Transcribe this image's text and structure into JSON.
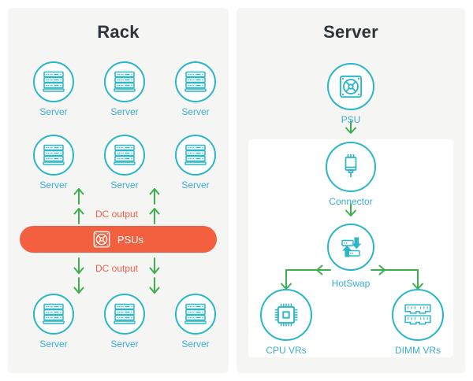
{
  "rack": {
    "title": "Rack",
    "servers": [
      "Server",
      "Server",
      "Server",
      "Server",
      "Server",
      "Server",
      "Server",
      "Server",
      "Server"
    ],
    "dc_output_top": "DC output",
    "dc_output_bottom": "DC output",
    "psu_bar_label": "PSUs"
  },
  "server": {
    "title": "Server",
    "psu_label": "PSU",
    "connector_label": "Connector",
    "hotswap_label": "HotSwap",
    "cpu_label": "CPU VRs",
    "dimm_label": "DIMM VRs"
  },
  "icons": {
    "rack_node": "server-icon",
    "psu_bar": "psu-fan-icon",
    "psu_node": "psu-fan-icon",
    "connector_node": "connector-plug-icon",
    "hotswap_node": "hotswap-arrows-icon",
    "cpu_node": "cpu-chip-icon",
    "dimm_node": "dimm-memory-icon"
  },
  "colors": {
    "teal": "#29b6c8",
    "label_blue": "#3badd3",
    "green_arrow": "#3cb04d",
    "orange_bar": "#f2603f",
    "coral_text": "#ee5f4d",
    "title_text": "#2f3438",
    "panel_bg": "#f5f5f3"
  }
}
